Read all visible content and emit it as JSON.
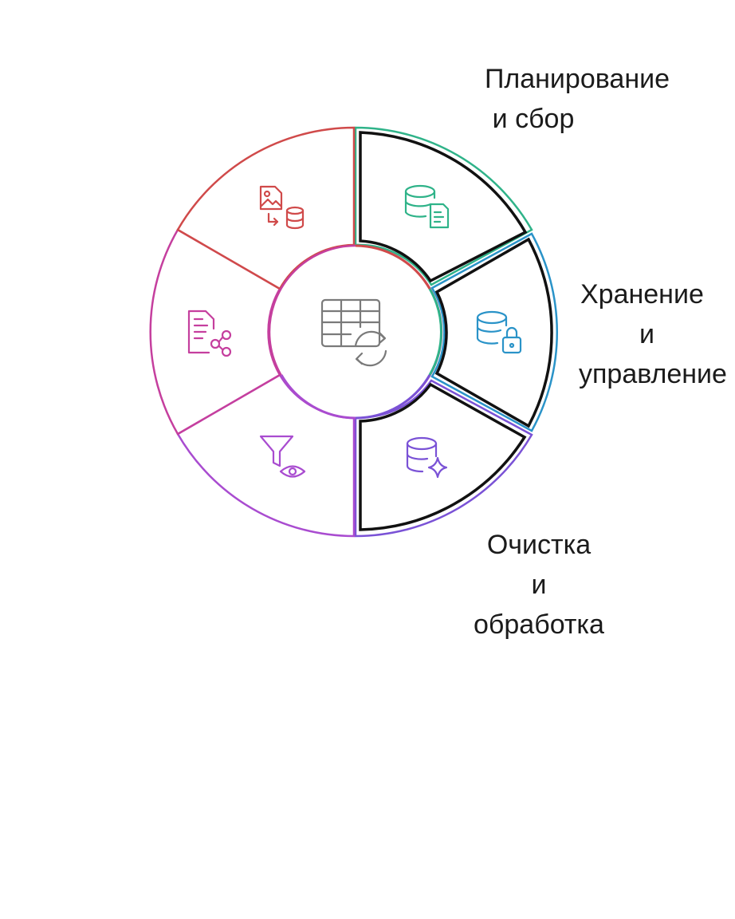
{
  "labels": {
    "planning": {
      "line1": "Планирование",
      "line2": "и сбор"
    },
    "storage": {
      "line1": "Хранение",
      "line2": "и",
      "line3": "управление"
    },
    "cleaning": {
      "line1": "Очистка",
      "line2": "и",
      "line3": "обработка"
    }
  },
  "segments": [
    {
      "id": "planning",
      "color": "#2fb389",
      "icon": "database-document-icon",
      "highlighted": true
    },
    {
      "id": "storage",
      "color": "#2a93c8",
      "icon": "database-lock-icon",
      "highlighted": true
    },
    {
      "id": "cleaning",
      "color": "#7a52d6",
      "icon": "database-sparkle-icon",
      "highlighted": true
    },
    {
      "id": "filtering",
      "color": "#a94cd0",
      "icon": "filter-eye-icon",
      "highlighted": false
    },
    {
      "id": "sharing",
      "color": "#c53f9e",
      "icon": "document-share-icon",
      "highlighted": false
    },
    {
      "id": "transfer",
      "color": "#d04a4a",
      "icon": "image-to-database-icon",
      "highlighted": false
    }
  ],
  "center": {
    "icon": "table-sync-icon",
    "color": "#7a7a7a"
  }
}
